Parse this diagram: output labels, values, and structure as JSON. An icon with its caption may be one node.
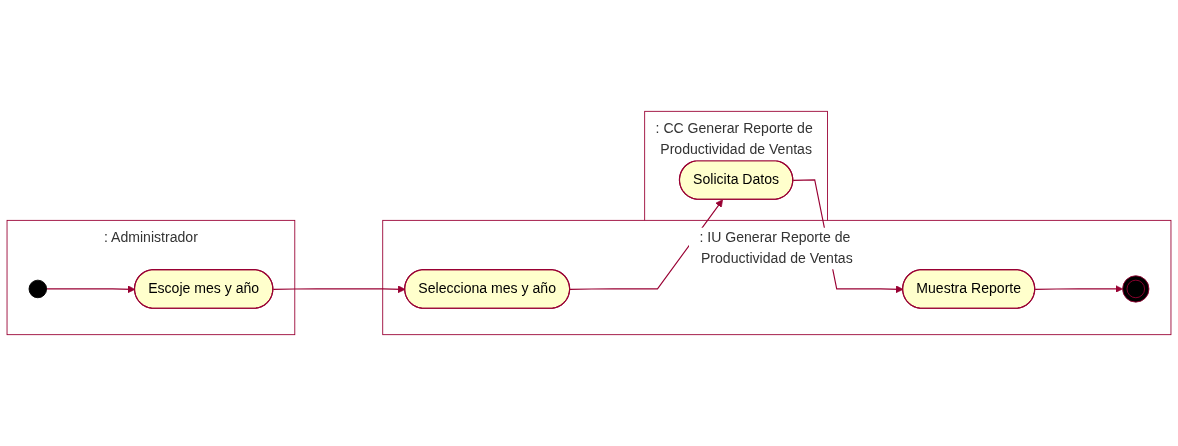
{
  "diagram": {
    "nodes": [
      {
        "text": [
          ": Administrador"
        ]
      },
      {
        "text": [
          ": IU Generar Reporte de Productividad de Ventas"
        ]
      },
      {
        "text": [
          ": CC Generar Reporte de Productividad de Ventas"
        ]
      },
      {
        "text": [],
        "shape": "circle",
        "in": 0
      },
      {
        "text": [
          "Escoje mes y año"
        ],
        "in": 0
      },
      {
        "text": [
          "Selecciona mes y año"
        ],
        "in": 1
      },
      {
        "text": [
          "Solicita Datos"
        ],
        "in": 2
      },
      {
        "text": [
          "Muestra Reporte"
        ],
        "in": 1
      },
      {
        "text": [],
        "shape": "circle",
        "in": 1
      }
    ],
    "edges": [
      {
        "from": 3,
        "to": 4,
        "arrow": "to"
      },
      {
        "from": 4,
        "to": 5,
        "arrow": "to"
      },
      {
        "from": 5,
        "to": 6,
        "arrow": "to"
      },
      {
        "from": 6,
        "to": 7,
        "arrow": "to"
      },
      {
        "from": 7,
        "to": 8,
        "arrow": "to"
      }
    ]
  }
}
